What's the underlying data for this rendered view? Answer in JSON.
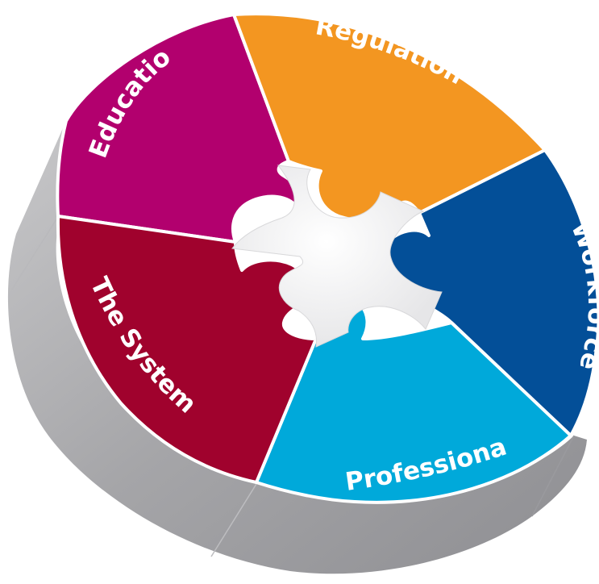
{
  "segments": [
    {
      "id": "regulation",
      "label": "Regulation",
      "color": "#F39621"
    },
    {
      "id": "workforce",
      "label": "Workforce",
      "color": "#034F98"
    },
    {
      "id": "professional",
      "label": "Professional",
      "color": "#00A9DA"
    },
    {
      "id": "the-system",
      "label": "The System",
      "color": "#A0022D"
    },
    {
      "id": "education",
      "label": "Education",
      "color": "#B2006E"
    }
  ],
  "base_color": "#A7A7AA",
  "hub_color": "#F6F6F7"
}
